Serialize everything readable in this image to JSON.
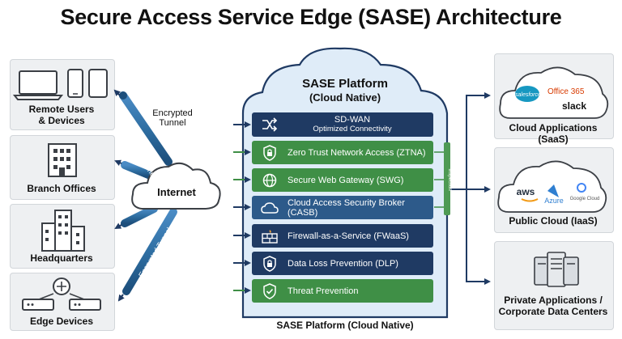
{
  "title": "Secure Access Service Edge (SASE) Architecture",
  "left": {
    "remote": "Remote Users\n& Devices",
    "branch": "Branch Offices",
    "hq": "Headquarters",
    "edge": "Edge Devices"
  },
  "tunnels": {
    "top": "Encrypted Tunnel",
    "top_caption": "Encrypted\nTunnel",
    "bottom": "Encrypted Tunnel"
  },
  "internet": "Internet",
  "platform": {
    "title": "SASE Platform",
    "subtitle": "(Cloud Native)",
    "footer": "SASE Platform (Cloud Native)",
    "side_label": "Inspection",
    "sdwan_title": "SD-WAN",
    "sdwan_sub": "Optimized Connectivity",
    "services": [
      {
        "label": "Zero Trust Network Access (ZTNA)",
        "icon": "shield-lock-icon"
      },
      {
        "label": "Secure Web Gateway (SWG)",
        "icon": "globe-icon"
      },
      {
        "label": "Cloud Access Security Broker (CASB)",
        "icon": "cloud-icon"
      },
      {
        "label": "Firewall-as-a-Service (FWaaS)",
        "icon": "firewall-icon"
      },
      {
        "label": "Data Loss Prevention (DLP)",
        "icon": "lock-shield-icon"
      },
      {
        "label": "Threat Prevention",
        "icon": "check-shield-icon"
      }
    ]
  },
  "right": {
    "saas": "Cloud Applications (SaaS)",
    "iaas": "Public Cloud (IaaS)",
    "private": "Private Applications /\nCorporate Data Centers"
  },
  "logos": {
    "salesforce": "salesforce",
    "office": "Office 365",
    "slack": "slack",
    "aws": "aws",
    "azure": "Azure",
    "google": "Google Cloud"
  },
  "colors": {
    "navy": "#1f3a63",
    "green": "#3f8f46",
    "accent_blue": "#2d5a8a",
    "tunnel": "#2f6fa3"
  }
}
